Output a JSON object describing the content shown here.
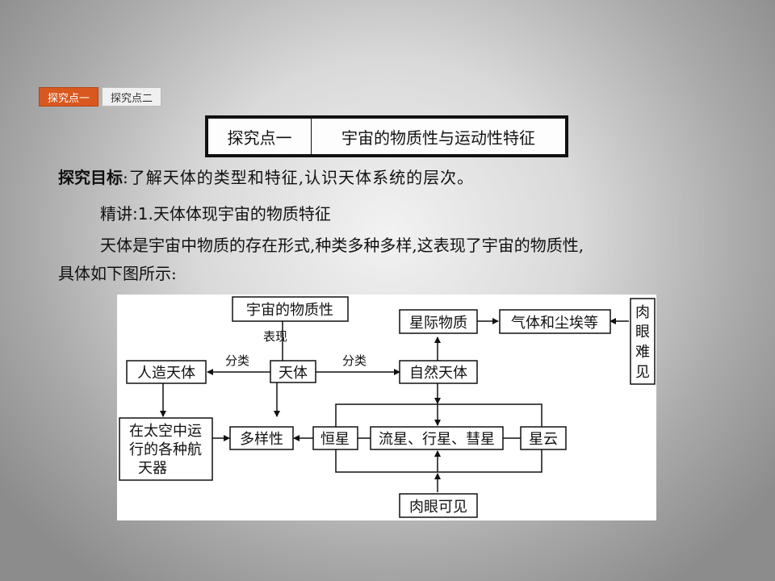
{
  "tabs": [
    {
      "label": "探究点一",
      "active": true
    },
    {
      "label": "探究点二",
      "active": false
    }
  ],
  "title": {
    "left": "探究点一",
    "right": "宇宙的物质性与运动性特征"
  },
  "goal": {
    "label": "探究目标",
    "text": ":了解天体的类型和特征,认识天体系统的层次。"
  },
  "heading": "精讲:1.天体体现宇宙的物质特征",
  "paragraph": {
    "line1": "天体是宇宙中物质的存在形式,种类多种多样,这表现了宇宙的物质性,",
    "line2": "具体如下图所示:"
  },
  "diagram": {
    "nodes": {
      "material": "宇宙的物质性",
      "tianti": "天体",
      "artificial": "人造天体",
      "spacecraft_1": "在太空中运",
      "spacecraft_2": "行的各种航",
      "spacecraft_3": "天器",
      "diversity": "多样性",
      "natural": "自然天体",
      "interstellar": "星际物质",
      "gas_dust": "气体和尘埃等",
      "invisible_1": "肉",
      "invisible_2": "眼",
      "invisible_3": "难",
      "invisible_4": "见",
      "star": "恒星",
      "meteor_planet_comet": "流星、行星、彗星",
      "nebula": "星云",
      "visible": "肉眼可见"
    },
    "edge_labels": {
      "express": "表现",
      "classify_left": "分类",
      "classify_right": "分类"
    }
  }
}
